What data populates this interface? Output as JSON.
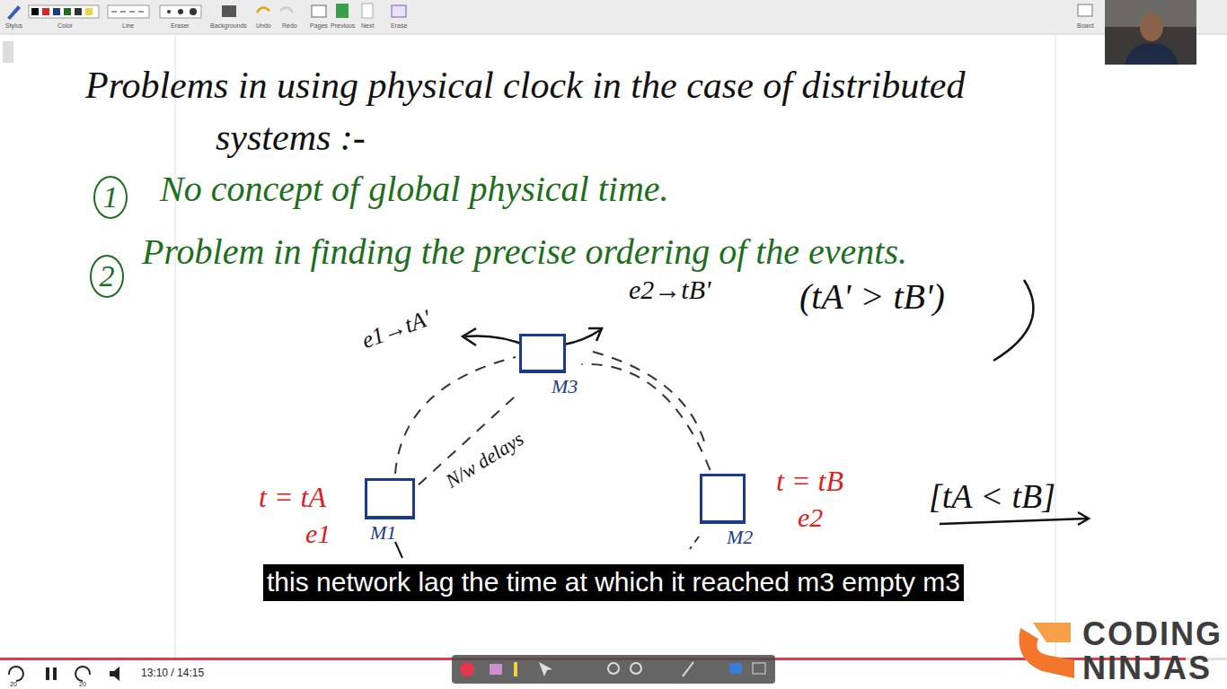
{
  "diagram": {
    "title": "Problems in using physical clock in the case of distributed systems :-",
    "nodes": [
      {
        "text": [
          "M3"
        ]
      },
      {
        "text": [
          "M1"
        ]
      },
      {
        "text": [
          "M2"
        ]
      }
    ],
    "edges": [
      {
        "from": 1,
        "to": 0,
        "label": "N/w delays",
        "arrow": "none"
      },
      {
        "from": 2,
        "to": 0,
        "arrow": "none"
      }
    ],
    "labels": [
      "1",
      "No concept of global physical time.",
      "2",
      "Problem in finding the precise ordering of the events.",
      "e2→tB'",
      "(tA' > tB')",
      "e1→tA'",
      "t = tA",
      "e1",
      "t = tB",
      "e2",
      "[tA < tB]",
      "this network lag the time at which it reached m3 empty m3",
      "13:10 / 14:15",
      "CODING",
      "NINJAS",
      "20",
      "20",
      "Stylus",
      "Color",
      "Line",
      "Eraser",
      "Backgrounds",
      "Undo",
      "Redo",
      "Pages",
      "Previous",
      "Next",
      "Erase",
      "Board"
    ]
  }
}
